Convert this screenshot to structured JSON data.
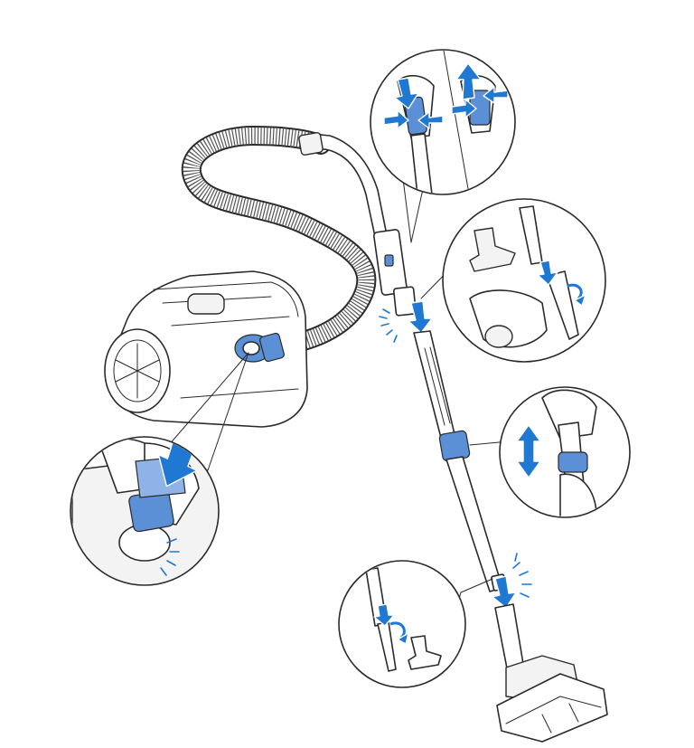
{
  "diagram": {
    "subject": "vacuum-cleaner-assembly",
    "colors": {
      "line": "#2a2a2a",
      "accent_blue": "#1f78d1",
      "part_blue": "#5b8fd6",
      "background": "#ffffff"
    },
    "callouts": [
      {
        "id": "handle-release",
        "icon": "press-release-arrows-icon"
      },
      {
        "id": "accessories",
        "icon": "nozzle-tools-icon"
      },
      {
        "id": "telescopic-adjust",
        "icon": "up-down-arrow-icon"
      },
      {
        "id": "hose-connection",
        "icon": "push-arrow-icon"
      },
      {
        "id": "tube-nozzle-tool",
        "icon": "rotate-arrow-icon"
      }
    ]
  }
}
